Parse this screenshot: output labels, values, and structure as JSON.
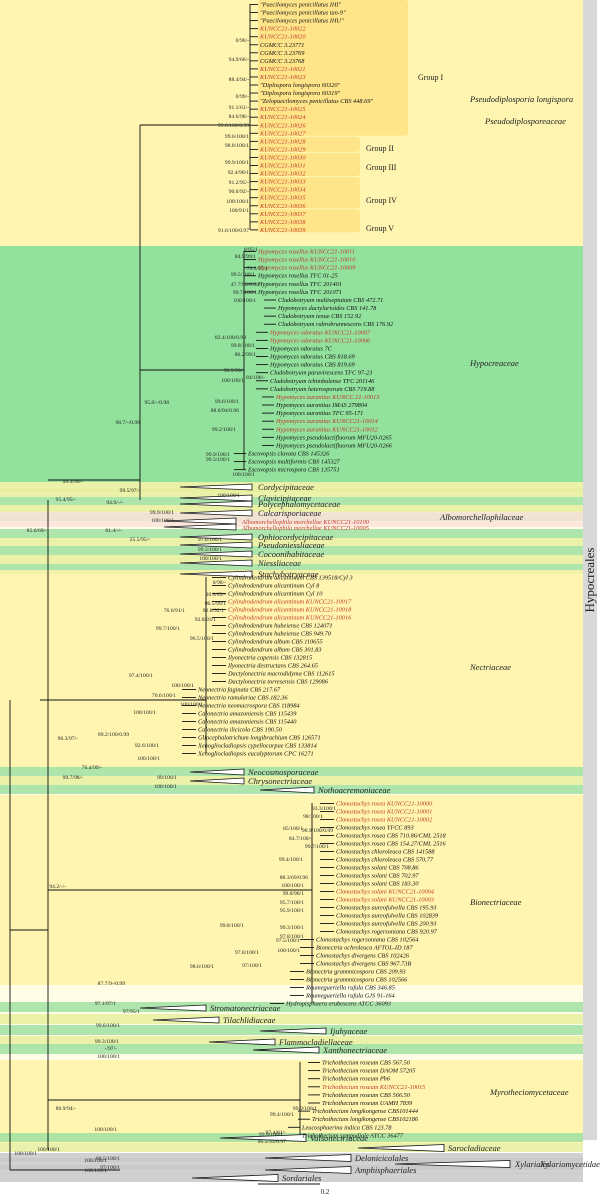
{
  "figure": {
    "order_label": "Hypocreales",
    "scale_label": "0.2"
  },
  "pseudo_block": {
    "genus_label": "Pseudodiplosporia longispora",
    "family_label": "Pseudodiplosporeaceae",
    "groups": [
      {
        "label": "Group I"
      },
      {
        "label": "Group II"
      },
      {
        "label": "Group III"
      },
      {
        "label": "Group IV"
      },
      {
        "label": "Group V"
      }
    ],
    "taxa": [
      {
        "name": "\"Paecilomyces penicillatus IHI\"",
        "red": false
      },
      {
        "name": "\"Paecilomyces penicillatus tan-9\"",
        "red": false
      },
      {
        "name": "\"Paecilomyces penicillatus IHU\"",
        "red": false
      },
      {
        "name": "KUNCC21-10022",
        "red": true
      },
      {
        "name": "KUNCC21-10020",
        "red": true
      },
      {
        "name": "CGMCC 3.23771",
        "red": false
      },
      {
        "name": "CGMCC 3.23769",
        "red": false
      },
      {
        "name": "CGMCC 3.23768",
        "red": false
      },
      {
        "name": "KUNCC21-10021",
        "red": true
      },
      {
        "name": "KUNCC21-10023",
        "red": true
      },
      {
        "name": "\"Diplospora longispora 60320\"",
        "red": false
      },
      {
        "name": "\"Diplospora longispora 60319\"",
        "red": false
      },
      {
        "name": "\"Zelopaecilomyces penicillatus CBS 448.69\"",
        "red": false
      },
      {
        "name": "KUNCC21-10025",
        "red": true
      },
      {
        "name": "KUNCC21-10024",
        "red": true
      },
      {
        "name": "KUNCC21-10026",
        "red": true
      },
      {
        "name": "KUNCC21-10027",
        "red": true
      },
      {
        "name": "KUNCC21-10028",
        "red": true
      },
      {
        "name": "KUNCC21-10029",
        "red": true
      },
      {
        "name": "KUNCC21-10030",
        "red": true
      },
      {
        "name": "KUNCC21-10031",
        "red": true
      },
      {
        "name": "KUNCC21-10032",
        "red": true
      },
      {
        "name": "KUNCC21-10033",
        "red": true
      },
      {
        "name": "KUNCC21-10034",
        "red": true
      },
      {
        "name": "KUNCC21-10035",
        "red": true
      },
      {
        "name": "KUNCC21-10036",
        "red": true
      },
      {
        "name": "KUNCC21-10037",
        "red": true
      },
      {
        "name": "KUNCC21-10038",
        "red": true
      },
      {
        "name": "KUNCC21-10039",
        "red": true
      }
    ],
    "supports": [
      "0/96/-",
      "94.9/66/-",
      "88.4/94/-",
      "0/99/-",
      "91.1/61/-",
      "84.6/98/-",
      "99.8/100/0.99",
      "99.6/100/1",
      "98.8/100/1",
      "99.9/100/1",
      "92.4/98/1",
      "91.2/95/-",
      "90.6/92/-",
      "100/100/1",
      "100/91/1",
      "91.6/100/0.97"
    ]
  },
  "hypocreaceae": {
    "family_label": "Hypocreaceae",
    "taxa": [
      {
        "name": "Hypomyces rosellus KUNCC21-10011",
        "red": true
      },
      {
        "name": "Hypomyces rosellus KUNCC21-10010",
        "red": true
      },
      {
        "name": "Hypomyces rosellus KUNCC21-10009",
        "red": true
      },
      {
        "name": "Hypomyces rosellus TFC 01-25",
        "red": false
      },
      {
        "name": "Hypomyces rosellus TFC 201401",
        "red": false
      },
      {
        "name": "Hypomyces rosellus TFC 201071",
        "red": false
      },
      {
        "name": "Cladobotryum multiseptatum CBS 472.71",
        "red": false
      },
      {
        "name": "Hypomyces dactylarioides CBS 141.78",
        "red": false
      },
      {
        "name": "Cladobotryum tenue CBS 152.92",
        "red": false
      },
      {
        "name": "Cladobotryum rubrobrunnescens CBS 176.92",
        "red": false
      },
      {
        "name": "Hypomyces odoratus KUNCC21-10007",
        "red": true
      },
      {
        "name": "Hypomyces odoratus KUNCC21-10006",
        "red": true
      },
      {
        "name": "Hypomyces odoratus 7C",
        "red": false
      },
      {
        "name": "Hypomyces odoratus CBS 818.69",
        "red": false
      },
      {
        "name": "Hypomyces odoratus CBS 819.69",
        "red": false
      },
      {
        "name": "Cladobotryum paravirescens TFC 97-23",
        "red": false
      },
      {
        "name": "Cladobotryum ichimbalense TFC 201146",
        "red": false
      },
      {
        "name": "Cladobotryum heterosporum CBS 719.88",
        "red": false
      },
      {
        "name": "Hypomyces aurantius KUNCC 21-10013",
        "red": true
      },
      {
        "name": "Hypomyces aurantius IMAS 279804",
        "red": false
      },
      {
        "name": "Hypomyces aurantius TFC 95-171",
        "red": false
      },
      {
        "name": "Hypomyces aurantius KUNCC21-10014",
        "red": true
      },
      {
        "name": "Hypomyces aurantius KUNCC21-10012",
        "red": true
      },
      {
        "name": "Hypomyces pseudolactifluorum MFU20-0265",
        "red": false
      },
      {
        "name": "Hypomyces pseudolactifluorum MFU20-0266",
        "red": false
      },
      {
        "name": "Escovopsis clavata CBS 145326",
        "red": false
      },
      {
        "name": "Escovopsis multiformis CBS 145327",
        "red": false
      },
      {
        "name": "Escovopsis microspora CBS 135751",
        "red": false
      }
    ],
    "supports": [
      "0/95/1",
      "84.9/99/1",
      "73.5/97/1",
      "99.5/100/1",
      "47.7/96/0.98",
      "99.7/100/1",
      "100/100/1",
      "82.4/100/0.99",
      "99.8/100/1",
      "86.2/99/1",
      "99.9/99/1",
      "84/100/-",
      "100/100/1",
      "99.6/100/1",
      "88.6/94/0.96",
      "95.8/-/0.98",
      "99.2/100/1",
      "99.9/100/1",
      "99.3/100/1",
      "98.7/-/0.98"
    ]
  },
  "mid_families": [
    {
      "name": "Cordycipitaceae",
      "label_color": "#222",
      "band": "#e8ef9d"
    },
    {
      "name": "Clavicipitaceae",
      "label_color": "#222",
      "band": "#9fe0a2"
    },
    {
      "name": "Polycephalomycetaceae",
      "label_color": "#222",
      "band": "#e8ef9d"
    },
    {
      "name": "Calcarisporiaceae",
      "label_color": "#222",
      "band": "#9fe0a2"
    },
    {
      "name": "Albomorchellophila morchellae KUNCC21-10100",
      "label_color": "#c0392b",
      "band": "#fbe3d9"
    },
    {
      "name": "Albomorchellophila morchellae KUNCC21-10005",
      "label_color": "#c0392b",
      "band": "#fbe3d9"
    },
    {
      "name": "Ophiocordycipitaceae",
      "label_color": "#222",
      "band": "#9fe0a2"
    },
    {
      "name": "Pseudoniessliaceae",
      "label_color": "#222",
      "band": "#e8ef9d"
    },
    {
      "name": "Cocoonihabitaceae",
      "label_color": "#222",
      "band": "#9fe0a2"
    },
    {
      "name": "Niessliaceae",
      "label_color": "#222",
      "band": "#e8ef9d"
    },
    {
      "name": "Stachybotryaceae",
      "label_color": "#222",
      "band": "#9fe0a2"
    }
  ],
  "albomorchellophilaceae_label": "Albomorchellophilaceae",
  "mid_supports": [
    "100/100/1",
    "99.3/99/-",
    "99.5/97/-",
    "100/100/1",
    "95.4/95/-",
    "94.9/-/-",
    "99.9/100/1",
    "100/100/1",
    "85.6/69/-",
    "81.4/-/-",
    "25.5/95/-",
    "97.8/100/1",
    "99.3/100/1",
    "100/100/1"
  ],
  "nectriaceae": {
    "family_label": "Nectriaceae",
    "taxa": [
      {
        "name": "Cylindrodendrum alicantinum CBS 139518/Cyl 3",
        "red": false
      },
      {
        "name": "Cylindrodendrum alicantinum Cyl 8",
        "red": false
      },
      {
        "name": "Cylindrodendrum alicantinum Cyl 10",
        "red": false
      },
      {
        "name": "Cylindrodendrum alicantinum KUNCC21-10017",
        "red": true
      },
      {
        "name": "Cylindrodendrum alicantinum KUNCC21-10018",
        "red": true
      },
      {
        "name": "Cylindrodendrum alicantinum KUNCC21-10016",
        "red": true
      },
      {
        "name": "Cylindrodendrum hubeiense CBS 124071",
        "red": false
      },
      {
        "name": "Cylindrodendrum hubeiense CBS 949.70",
        "red": false
      },
      {
        "name": "Cylindrodendrum album CBS 110655",
        "red": false
      },
      {
        "name": "Cylindrodendrum album CBS 301.83",
        "red": false
      },
      {
        "name": "Ilyonectria capensis CBS 132815",
        "red": false
      },
      {
        "name": "Ilyonectria destructans CBS 264.65",
        "red": false
      },
      {
        "name": "Dactylonectria macrodidyma CBS 112615",
        "red": false
      },
      {
        "name": "Dactylonectria torresensis CBS 129086",
        "red": false
      },
      {
        "name": "Neonectria faginata CBS 217.67",
        "red": false
      },
      {
        "name": "Neonectria ramulariae CBS 182.36",
        "red": false
      },
      {
        "name": "Neonectria neomacrospora CBS 118984",
        "red": false
      },
      {
        "name": "Calonectria amazoniensis CBS 115439",
        "red": false
      },
      {
        "name": "Calonectria amazoniensis CBS 115440",
        "red": false
      },
      {
        "name": "Calonectria ilicicola CBS 190.50",
        "red": false
      },
      {
        "name": "Gliocephalotrichum longibrachium CBS 126571",
        "red": false
      },
      {
        "name": "Xenogliocladiopsis cypellocarpae CBS 133814",
        "red": false
      },
      {
        "name": "Xenogliocladiopsis eucalyptorum CPC 16271",
        "red": false
      }
    ],
    "supports": [
      "0/98/-",
      "80.6/89/-",
      "96.5/99/1",
      "92.8/92/1",
      "76.6/91/1",
      "93.8/93/1",
      "99.7/100/1",
      "96.5/100/1",
      "97.4/100/1",
      "100/100/1",
      "70.6/100/1",
      "100/100/1",
      "100/100/1",
      "89.2/100/0.99",
      "92.6/100/1",
      "96.3/97/-",
      "100/100/1"
    ]
  },
  "lower_families": [
    {
      "name": "Neocosmosporaceae",
      "band": "#9fe0a2"
    },
    {
      "name": "Chrysonectriaceae",
      "band": "#e8ef9d"
    },
    {
      "name": "Nothoacremoniaceae",
      "band": "#9fe0a2"
    }
  ],
  "lower_supports": [
    "70.4/99/-",
    "99.7/98/-",
    "99/100/1",
    "100/100/1"
  ],
  "bionectriaceae": {
    "family_label": "Bionectriaceae",
    "taxa": [
      {
        "name": "Clonostachys rosea KUNCC21-10000",
        "red": true
      },
      {
        "name": "Clonostachys rosea KUNCC21-10001",
        "red": true
      },
      {
        "name": "Clonostachys rosea KUNCC21-10002",
        "red": true
      },
      {
        "name": "Clonostachys rosea YFCC 893",
        "red": false
      },
      {
        "name": "Clonostachys rosea CBS 710.86/CML 2518",
        "red": false
      },
      {
        "name": "Clonostachys rosea CBS 154.27/CML 2516",
        "red": false
      },
      {
        "name": "Clonostachys chloroleuca CBS 141588",
        "red": false
      },
      {
        "name": "Clonostachys chloroleuca CBS 570.77",
        "red": false
      },
      {
        "name": "Clonostachys solani CBS 708.86",
        "red": false
      },
      {
        "name": "Clonostachys solani CBS 702.97",
        "red": false
      },
      {
        "name": "Clonostachys solani CBS 183.30",
        "red": false
      },
      {
        "name": "Clonostachys solani KUNCC21-10004",
        "red": true
      },
      {
        "name": "Clonostachys solani KUNCC21-10003",
        "red": true
      },
      {
        "name": "Clonostachys aureofulvella CBS 195.93",
        "red": false
      },
      {
        "name": "Clonostachys aureofulvella CBS 102839",
        "red": false
      },
      {
        "name": "Clonostachys aureofulvella CBS 200.93",
        "red": false
      },
      {
        "name": "Clonostachys rogersoniana CBS 920.97",
        "red": false
      },
      {
        "name": "Clonostachys rogersoniana CBS 102564",
        "red": false
      },
      {
        "name": "Bionectria ochroleuca AFTOL-ID 187",
        "red": false
      },
      {
        "name": "Clonostachys divergens CBS 102426",
        "red": false
      },
      {
        "name": "Clonostachys divergens CBS 967.73B",
        "red": false
      },
      {
        "name": "Bionectria grammicospora CBS 209.93",
        "red": false
      },
      {
        "name": "Bionectria grammicospora CBS 102566",
        "red": false
      },
      {
        "name": "Roumegueriella rufula CBS 346.85",
        "red": false
      },
      {
        "name": "Roumegueriella rufula GJS 91-164",
        "red": false
      },
      {
        "name": "Hydropisphaera erubescens ATCC 36093",
        "red": false
      }
    ],
    "supports": [
      "93.3/100/1",
      "98/100/1",
      "85/100/1",
      "98.9/100/0.99",
      "84.7/100/-",
      "99.7/100/1",
      "99.4/100/1",
      "88.3/69/0.96",
      "100/100/1",
      "99.8/98/1",
      "95.7/100/1",
      "95.9/100/1",
      "99.3/100/1",
      "99.8/100/1",
      "97.8/100/1",
      "97.5/100/1",
      "100/100/1",
      "97.8/100/1",
      "97/100/1",
      "98.6/100/1",
      "87.7/9-/0.99",
      "94.2/-/-"
    ]
  },
  "small_families": [
    {
      "name": "Stromatonectriaceae",
      "band": "#9fe0a2"
    },
    {
      "name": "Tilachlidiaceae",
      "band": "#e8ef9d"
    },
    {
      "name": "Ijuhyaceae",
      "band": "#9fe0a2"
    },
    {
      "name": "Flammocladiellaceae",
      "band": "#e8ef9d"
    },
    {
      "name": "Xanthonectriaceae",
      "band": "#9fe0a2"
    }
  ],
  "small_supports": [
    "97.1/97/1",
    "97/95/1",
    "99.6/100/1",
    "99.3/100/1",
    "-/97/-",
    "100/100/1"
  ],
  "myrothecium": {
    "family_label": "Myrotheciomycetaceae",
    "taxa": [
      {
        "name": "Trichothecium roseum CBS 567.50",
        "red": false
      },
      {
        "name": "Trichothecium roseum DAOM 57205",
        "red": false
      },
      {
        "name": "Trichothecium roseum Ph6",
        "red": false
      },
      {
        "name": "Trichothecium roseum KUNCC21-10015",
        "red": true
      },
      {
        "name": "Trichothecium roseum CBS 566.50",
        "red": false
      },
      {
        "name": "Trichothecium roseum UAMH 7839",
        "red": false
      },
      {
        "name": "Trichothecium longikongense CBS101444",
        "red": false
      },
      {
        "name": "Trichothecium longikongense CBS102186",
        "red": false
      },
      {
        "name": "Leucosphaerina indica CBS 123.78",
        "red": false
      },
      {
        "name": "Trichothecium sympodiale ATCC 36477",
        "red": false
      }
    ],
    "supports": [
      "99.9/100/1",
      "99.4/100/1",
      "97.4/81/-",
      "86.5/33/0.97",
      "86.9/94/-"
    ]
  },
  "outgroups": [
    {
      "name": "Valsonectriaceae",
      "band": "#9fe0a2"
    },
    {
      "name": "Sarocladiaceae",
      "band": "#e8ef9d"
    },
    {
      "name": "Delonicicolales",
      "band": "#c9c9c9"
    },
    {
      "name": "Xylariales",
      "band": "#c9c9c9"
    },
    {
      "name": "Xylariomycetidae",
      "band": "#ffffff"
    },
    {
      "name": "Amphisphaeriales",
      "band": "#c9c9c9"
    },
    {
      "name": "Sordariales",
      "band": "#c9c9c9"
    }
  ],
  "outgroup_supports": [
    "100/100/1",
    "99.9/100/1",
    "100/100/1",
    "88.5/100/1",
    "97/100/1",
    "100/100/1",
    "100/100/1",
    "100/100/1"
  ]
}
